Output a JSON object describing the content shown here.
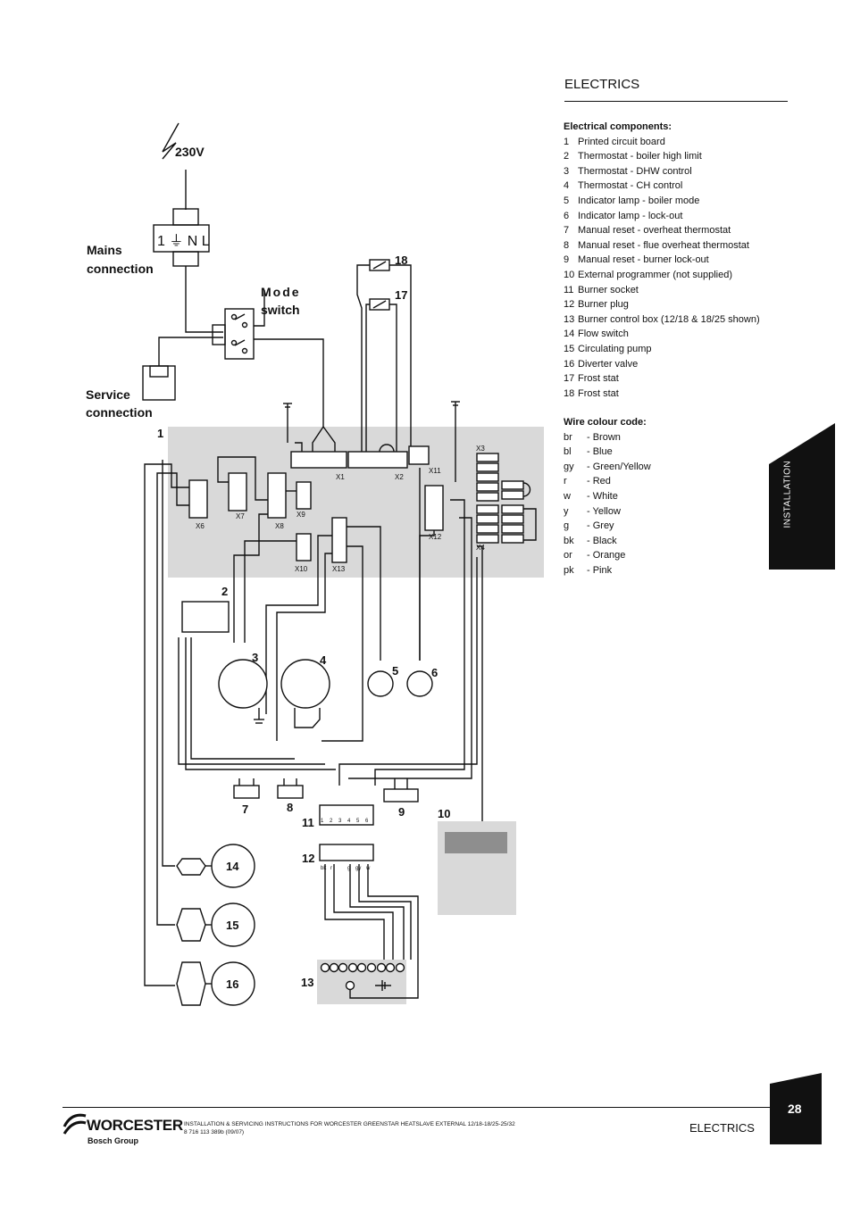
{
  "section": {
    "title": "ELECTRICS"
  },
  "components": {
    "heading": "Electrical components:",
    "items": [
      {
        "num": "1",
        "label": "Printed circuit board"
      },
      {
        "num": "2",
        "label": "Thermostat - boiler high limit"
      },
      {
        "num": "3",
        "label": "Thermostat - DHW control"
      },
      {
        "num": "4",
        "label": "Thermostat - CH control"
      },
      {
        "num": "5",
        "label": "Indicator lamp - boiler mode"
      },
      {
        "num": "6",
        "label": "Indicator lamp - lock-out"
      },
      {
        "num": "7",
        "label": "Manual reset - overheat thermostat"
      },
      {
        "num": "8",
        "label": "Manual reset - flue overheat thermostat"
      },
      {
        "num": "9",
        "label": "Manual reset - burner lock-out"
      },
      {
        "num": "10",
        "label": "External programmer (not supplied)"
      },
      {
        "num": "11",
        "label": "Burner socket"
      },
      {
        "num": "12",
        "label": "Burner plug"
      },
      {
        "num": "13",
        "label": "Burner control box (12/18 & 18/25 shown)"
      },
      {
        "num": "14",
        "label": "Flow switch"
      },
      {
        "num": "15",
        "label": "Circulating pump"
      },
      {
        "num": "16",
        "label": "Diverter valve"
      },
      {
        "num": "17",
        "label": "Frost stat"
      },
      {
        "num": "18",
        "label": "Frost stat"
      }
    ]
  },
  "wire_colours": {
    "heading": "Wire colour code:",
    "items": [
      {
        "code": "br",
        "label": "- Brown"
      },
      {
        "code": "bl",
        "label": "- Blue"
      },
      {
        "code": "gy",
        "label": "- Green/Yellow"
      },
      {
        "code": "r",
        "label": "- Red"
      },
      {
        "code": "w",
        "label": "- White"
      },
      {
        "code": "y",
        "label": "- Yellow"
      },
      {
        "code": "g",
        "label": "- Grey"
      },
      {
        "code": "bk",
        "label": "- Black"
      },
      {
        "code": "or",
        "label": "- Orange"
      },
      {
        "code": "pk",
        "label": "- Pink"
      }
    ]
  },
  "tab": {
    "label": "INSTALLATION"
  },
  "diagram": {
    "voltage": "230V",
    "mains_terminal": "1 ⏚ N L",
    "mains_label": [
      "Mains",
      "connection"
    ],
    "mode_label": [
      "Mode",
      "switch"
    ],
    "service_label": [
      "Service",
      "connection"
    ],
    "connectors": [
      "X1",
      "X2",
      "X3",
      "X4",
      "X6",
      "X7",
      "X8",
      "X9",
      "X10",
      "X11",
      "X12",
      "X13"
    ],
    "component_numbers": [
      "1",
      "2",
      "3",
      "4",
      "5",
      "6",
      "7",
      "8",
      "9",
      "10",
      "11",
      "12",
      "13",
      "14",
      "15",
      "16",
      "17",
      "18"
    ],
    "socket_pins": [
      "1",
      "2",
      "3",
      "4",
      "5",
      "6"
    ],
    "wire_tags_socket": [
      "bk",
      "r",
      "g",
      "gy",
      "w"
    ]
  },
  "footer": {
    "brand": "WORCESTER",
    "sub": "Bosch Group",
    "doc_line1": "INSTALLATION & SERVICING INSTRUCTIONS FOR WORCESTER GREENSTAR HEATSLAVE EXTERNAL 12/18-18/25-25/32",
    "doc_line2": "8 716 113 389b (09/07)",
    "section": "ELECTRICS",
    "page": "28"
  },
  "colors": {
    "board_fill": "#d9d9d9",
    "ink": "#111111",
    "tab_fill": "#111111"
  }
}
